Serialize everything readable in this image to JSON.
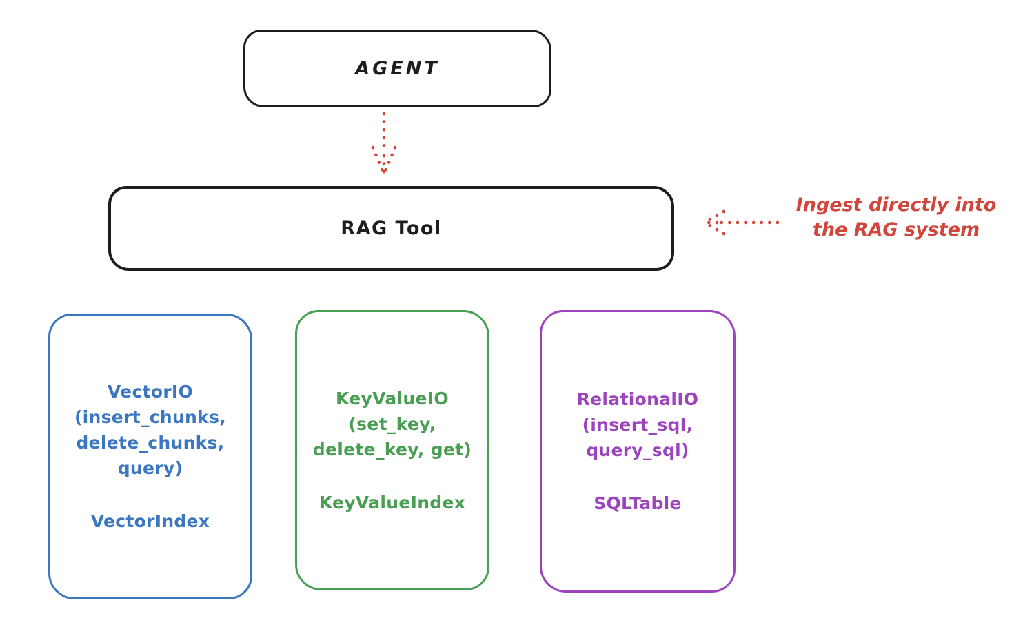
{
  "colors": {
    "ink": "#1d1d1d",
    "red": "#d0453c",
    "background": "#ffffff"
  },
  "agent": {
    "label": "AGENT"
  },
  "rag": {
    "label": "RAG Tool"
  },
  "annotation": {
    "text": "Ingest directly into\nthe RAG system"
  },
  "io_boxes": [
    {
      "name": "VectorIO",
      "color": "#3b76c1",
      "title": "VectorIO\n(insert_chunks,\ndelete_chunks,\nquery)",
      "index": "VectorIndex"
    },
    {
      "name": "KeyValueIO",
      "color": "#4a9e53",
      "title": "KeyValueIO\n(set_key,\ndelete_key, get)",
      "index": "KeyValueIndex"
    },
    {
      "name": "RelationalIO",
      "color": "#9b44bd",
      "title": "RelationalIO\n(insert_sql,\nquery_sql)",
      "index": "SQLTable"
    }
  ]
}
